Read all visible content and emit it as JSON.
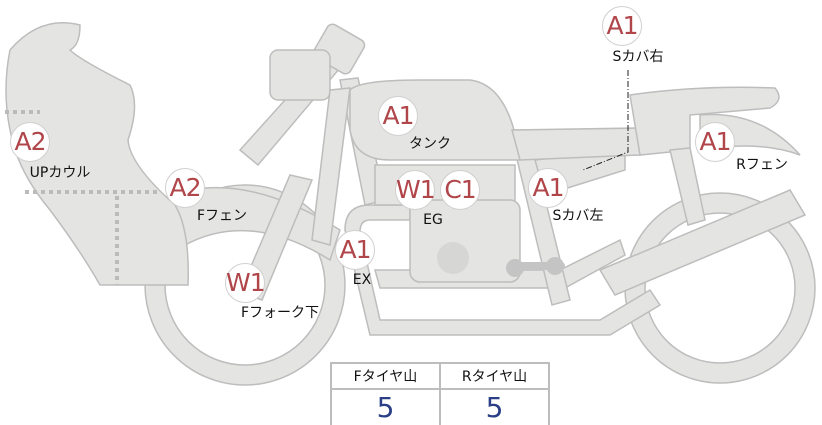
{
  "colors": {
    "marker_text": "#b0454a",
    "part_fill": "#e4e4e2",
    "part_stroke": "#bdbdbd",
    "value_text": "#2b3f86"
  },
  "parts": [
    {
      "label": "UPカウル",
      "code": "A2"
    },
    {
      "label": "Fフェン",
      "code": "A2"
    },
    {
      "label": "Fフォーク下",
      "code": "W1"
    },
    {
      "label": "EX",
      "code": "A1"
    },
    {
      "label": "タンク",
      "code": "A1"
    },
    {
      "label": "EG",
      "code": "W1",
      "code2": "C1"
    },
    {
      "label": "Sカバ左",
      "code": "A1"
    },
    {
      "label": "Sカバ右",
      "code": "A1"
    },
    {
      "label": "Rフェン",
      "code": "A1"
    }
  ],
  "tires": {
    "headers": [
      "Fタイヤ山",
      "Rタイヤ山"
    ],
    "values": [
      "5",
      "5"
    ]
  }
}
